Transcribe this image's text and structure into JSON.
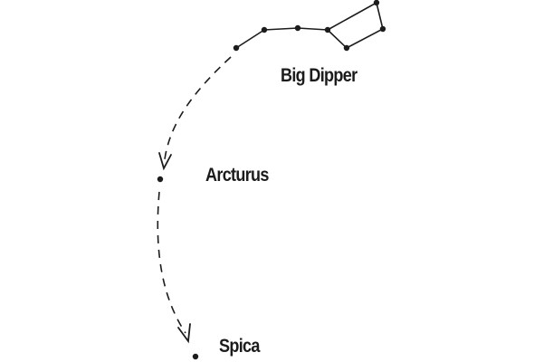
{
  "labels": {
    "big_dipper": "Big Dipper",
    "arcturus": "Arcturus",
    "spica": "Spica"
  },
  "colors": {
    "ink": "#1c1c1c",
    "background": "#ffffff"
  },
  "line_style": "dashed",
  "arrowheads": [
    "toward-arcturus",
    "toward-spica"
  ]
}
